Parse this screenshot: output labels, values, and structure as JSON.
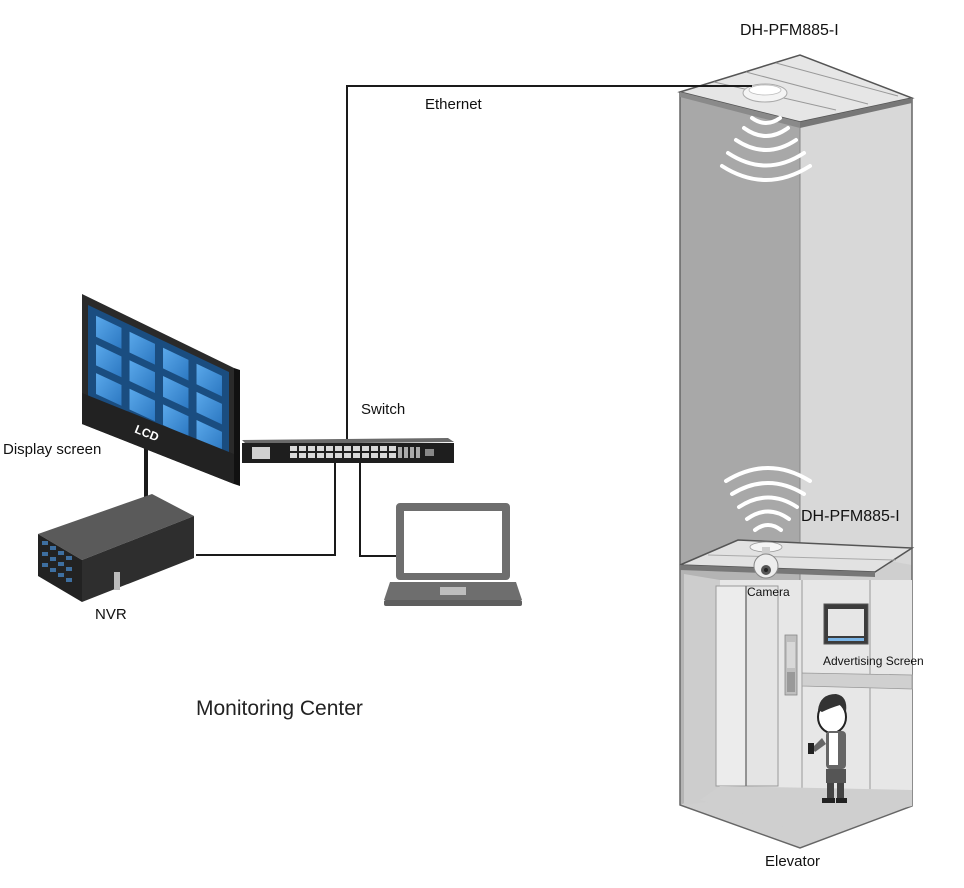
{
  "labels": {
    "ap_top": "DH-PFM885-I",
    "ethernet": "Ethernet",
    "switch": "Switch",
    "display_screen": "Display screen",
    "lcd": "LCD",
    "nvr": "NVR",
    "ap_car": "DH-PFM885-I",
    "camera": "Camera",
    "advertising_screen": "Advertising Screen",
    "monitoring_center": "Monitoring Center",
    "elevator": "Elevator"
  },
  "icons": {
    "display": "video-wall-icon",
    "nvr": "nvr-recorder-icon",
    "switch": "network-switch-icon",
    "laptop": "laptop-icon",
    "access_point": "wireless-bridge-icon",
    "camera": "dome-camera-icon",
    "person": "person-icon"
  },
  "colors": {
    "cable": "#1a1a1a",
    "shaft_light": "#d9d9d9",
    "shaft_dark": "#a9a9a9",
    "wall_tile": "#3d8fd6",
    "laptop": "#6e6e6e"
  }
}
